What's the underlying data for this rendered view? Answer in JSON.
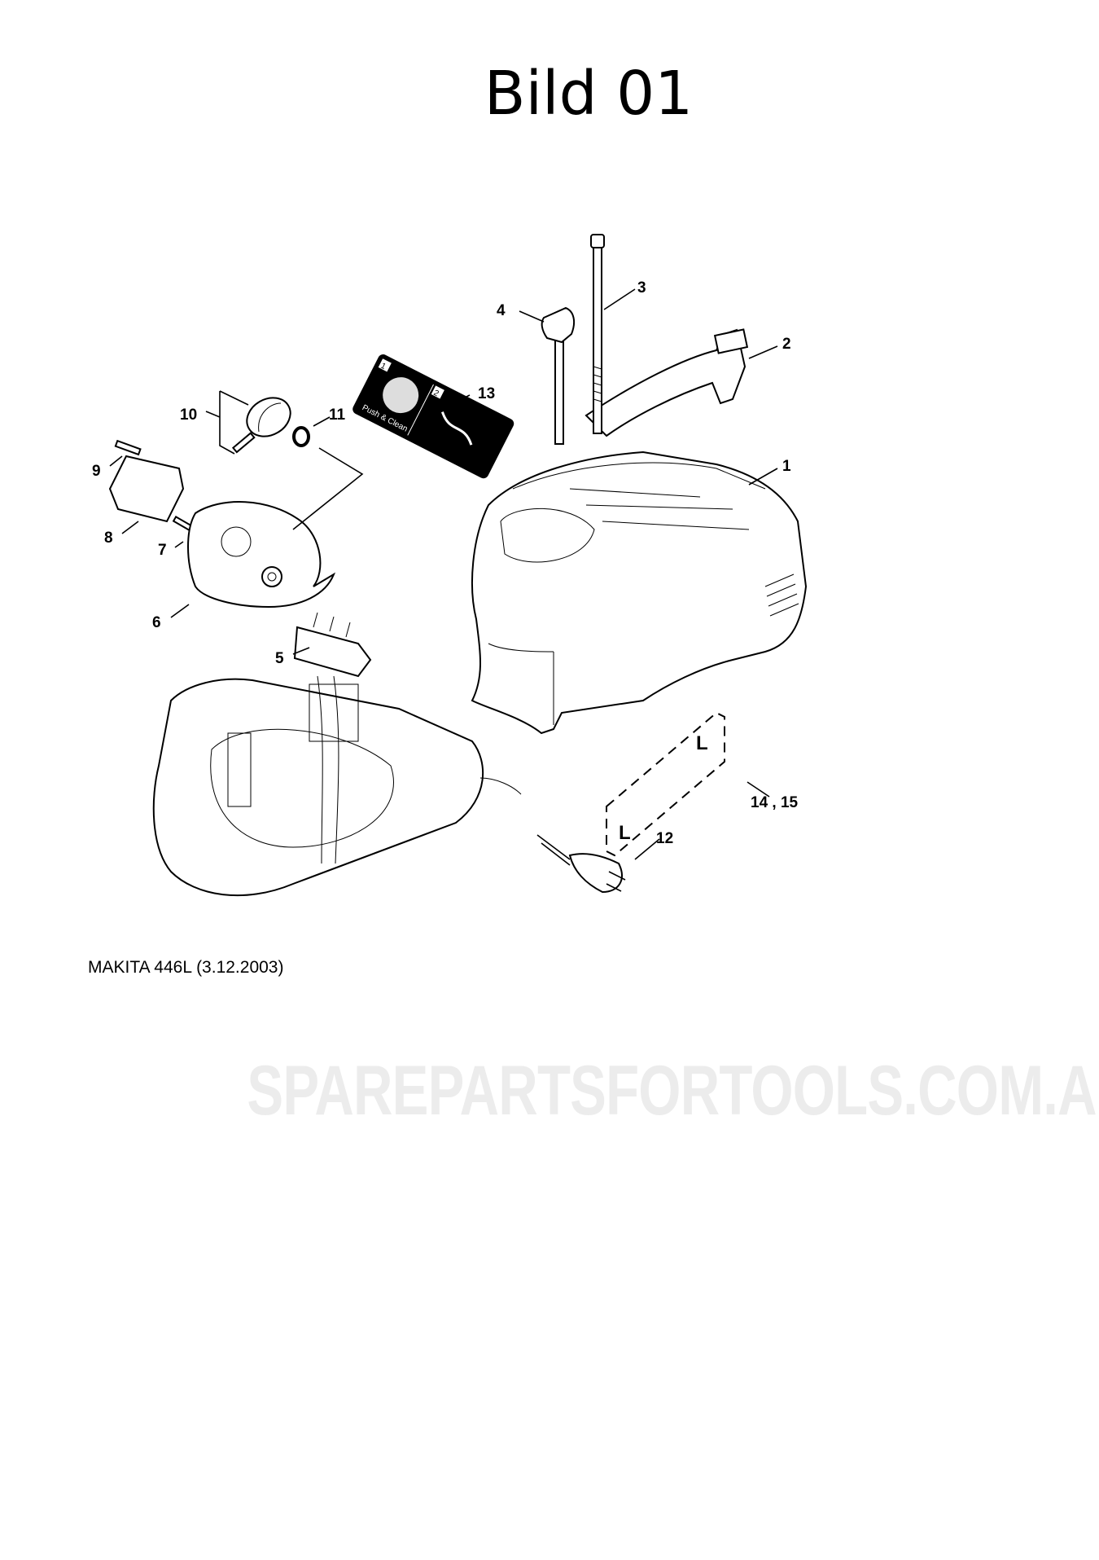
{
  "title": "Bild 01",
  "footer": "MAKITA 446L (3.12.2003)",
  "watermark": "SPAREPARTSFORTOOLS.COM.AU",
  "decal_13": {
    "step1": "1",
    "step2": "2",
    "text": "Push & Clean"
  },
  "callouts": [
    {
      "id": "1",
      "label": "1"
    },
    {
      "id": "2",
      "label": "2"
    },
    {
      "id": "3",
      "label": "3"
    },
    {
      "id": "4",
      "label": "4"
    },
    {
      "id": "5",
      "label": "5"
    },
    {
      "id": "6",
      "label": "6"
    },
    {
      "id": "7",
      "label": "7"
    },
    {
      "id": "8",
      "label": "8"
    },
    {
      "id": "9",
      "label": "9"
    },
    {
      "id": "10",
      "label": "10"
    },
    {
      "id": "11",
      "label": "11"
    },
    {
      "id": "12",
      "label": "12"
    },
    {
      "id": "13",
      "label": "13"
    },
    {
      "id": "14-15",
      "label": "14 , 15"
    }
  ]
}
